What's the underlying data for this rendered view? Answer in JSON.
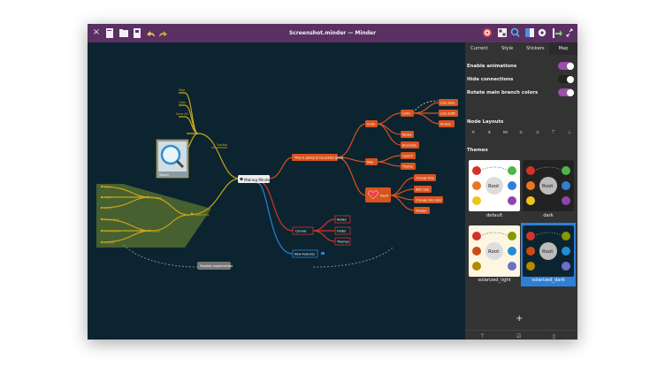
{
  "window": {
    "title": "Screenshot.minder — Minder",
    "close_glyph": "×",
    "toolbar_left_icons": [
      "new-file-icon",
      "open-folder-icon",
      "save-icon",
      "undo-icon",
      "redo-icon"
    ],
    "toolbar_right_icons": [
      "target-icon",
      "grid-icon",
      "search-icon",
      "sidebar-icon",
      "gear-icon",
      "export-icon",
      "fullscreen-icon"
    ]
  },
  "sidebar": {
    "tabs": [
      {
        "label": "Current",
        "active": false
      },
      {
        "label": "Style",
        "active": false
      },
      {
        "label": "Stickers",
        "active": false
      },
      {
        "label": "Map",
        "active": true
      }
    ],
    "settings": [
      {
        "label": "Enable animations",
        "on": true
      },
      {
        "label": "Hide connections",
        "on": false
      },
      {
        "label": "Rotate main branch colors",
        "on": true
      }
    ],
    "node_layouts_label": "Node Layouts",
    "node_layout_icons": [
      "layout-manual-icon",
      "layout-vertical-icon",
      "layout-horizontal-icon",
      "layout-left-icon",
      "layout-right-icon",
      "layout-up-icon",
      "layout-down-icon"
    ],
    "themes_label": "Themes",
    "themes": [
      {
        "name": "default",
        "bg": "#ffffff",
        "root_label": "Root",
        "root_bg": "#dddddd",
        "selected": false
      },
      {
        "name": "dark",
        "bg": "#222222",
        "root_label": "Root",
        "root_bg": "#bbbbbb",
        "selected": false
      },
      {
        "name": "solarized_light",
        "bg": "#fdf6e3",
        "root_label": "Root",
        "root_bg": "#dddddd",
        "selected": false
      },
      {
        "name": "solarized_dark",
        "bg": "#0c2430",
        "root_label": "Root",
        "root_bg": "#bbbbbb",
        "selected": true
      }
    ],
    "add_glyph": "+",
    "bottom_icons": [
      "text-size-icon",
      "checkbox-icon",
      "panel-icon"
    ]
  },
  "mindmap": {
    "root": "Making Minder",
    "branch_orange": {
      "main": "This is going to be pretty good",
      "children": [
        "Undo",
        "Map",
        "Heart"
      ],
      "undo_children": [
        "Links",
        "Nodes",
        "Branches"
      ],
      "links_children": [
        "Line style",
        "Line width",
        "Arrows"
      ],
      "map_children": [
        "Launch",
        "Theme"
      ],
      "heart_children": [
        "Change title",
        "Add note",
        "Change link color",
        "Images"
      ]
    },
    "branch_red": {
      "main": "Canvas",
      "children": [
        "Nodes",
        "Folder",
        "Themes"
      ]
    },
    "branch_blue": {
      "main": "New Features"
    },
    "branch_yellow": {
      "main": "Exporting",
      "toolbar": "Toolbar",
      "toolbar_children": [
        "Map",
        "Opts",
        "Save All"
      ],
      "image_label": "Search",
      "left_children": [
        "Images",
        "Other"
      ],
      "leaves": [
        "SVG",
        "PNG",
        "JPEG",
        "Mark Text",
        "Markdown",
        "Minder"
      ]
    },
    "floating_note": "Possibly implemented",
    "colors": {
      "yellow": "#c9a51a",
      "orange": "#d9531e",
      "red": "#d2332a",
      "blue": "#2e80d6",
      "green": "#8a9a3a"
    }
  }
}
